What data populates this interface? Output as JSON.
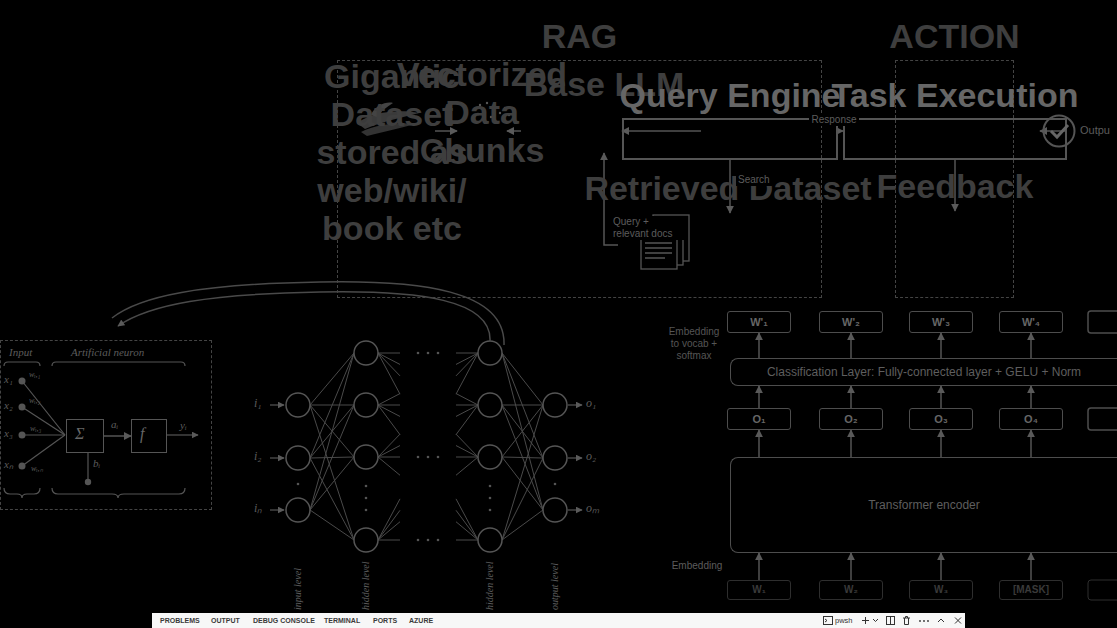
{
  "diagram": {
    "nodes": [
      {
        "text": [
          "RAG"
        ]
      },
      {
        "text": [
          "Gigantic Dataset stored as web/wiki/ book etc"
        ],
        "in": 0
      },
      {
        "text": [
          "Vectorized Data Chunks"
        ],
        "in": 0
      },
      {
        "text": [
          "Base LLM"
        ],
        "in": 0
      },
      {
        "text": [
          "Query Engine"
        ],
        "in": 0
      },
      {
        "text": [
          "Retrieved Dataset"
        ],
        "in": 0
      },
      {
        "text": [
          "ACTION"
        ]
      },
      {
        "text": [
          "Task Execution"
        ],
        "in": 6
      },
      {
        "text": [
          "Feedback"
        ],
        "in": 6
      },
      {
        "text": [
          "Outpu"
        ]
      },
      {
        "text": [
          "Input",
          "Artificial neuron"
        ]
      },
      {
        "text": [
          "Σ"
        ],
        "in": 10
      },
      {
        "text": [
          "f"
        ],
        "in": 10
      },
      {
        "text": [
          "W'₁"
        ]
      },
      {
        "text": [
          "W'₂"
        ]
      },
      {
        "text": [
          "W'₃"
        ]
      },
      {
        "text": [
          "W'₄"
        ]
      },
      {
        "text": [
          "Classification Layer: Fully-connected layer + GELU + Norm"
        ]
      },
      {
        "text": [
          "O₁"
        ]
      },
      {
        "text": [
          "O₂"
        ]
      },
      {
        "text": [
          "O₃"
        ]
      },
      {
        "text": [
          "O₄"
        ]
      },
      {
        "text": [
          "Transformer encoder"
        ]
      },
      {
        "text": [
          "W₁"
        ]
      },
      {
        "text": [
          "W₂"
        ]
      },
      {
        "text": [
          "W₃"
        ]
      },
      {
        "text": [
          "[MASK]"
        ]
      }
    ],
    "edges": [
      {
        "from": 1,
        "to": 2,
        "arrow": "to"
      },
      {
        "from": 2,
        "to": 3,
        "arrow": "to"
      },
      {
        "from": 3,
        "to": 4,
        "arrow": "to"
      },
      {
        "from": 4,
        "to": 5,
        "label": "Search",
        "arrow": "to"
      },
      {
        "from": 5,
        "to": 3,
        "label": "Query + relevant docs",
        "arrow": "to"
      },
      {
        "from": 4,
        "to": 7,
        "label": "Response",
        "arrow": "to"
      },
      {
        "from": 7,
        "to": 9,
        "arrow": "to"
      },
      {
        "from": 7,
        "to": 8,
        "arrow": "to"
      },
      {
        "from": 11,
        "to": 12,
        "arrow": "to"
      },
      {
        "from": 17,
        "to": 13,
        "arrow": "to"
      },
      {
        "from": 17,
        "to": 14,
        "arrow": "to"
      },
      {
        "from": 17,
        "to": 15,
        "arrow": "to"
      },
      {
        "from": 17,
        "to": 16,
        "arrow": "to"
      },
      {
        "from": 18,
        "to": 17,
        "arrow": "to"
      },
      {
        "from": 19,
        "to": 17,
        "arrow": "to"
      },
      {
        "from": 20,
        "to": 17,
        "arrow": "to"
      },
      {
        "from": 21,
        "to": 17,
        "arrow": "to"
      },
      {
        "from": 22,
        "to": 18,
        "arrow": "to"
      },
      {
        "from": 22,
        "to": 19,
        "arrow": "to"
      },
      {
        "from": 22,
        "to": 20,
        "arrow": "to"
      },
      {
        "from": 22,
        "to": 21,
        "arrow": "to"
      },
      {
        "from": 23,
        "to": 22,
        "arrow": "to"
      },
      {
        "from": 24,
        "to": 22,
        "arrow": "to"
      },
      {
        "from": 25,
        "to": 22,
        "arrow": "to"
      },
      {
        "from": 26,
        "to": 22,
        "arrow": "to"
      }
    ],
    "labels": [
      "x₁",
      "x₂",
      "x₃",
      "xₙ",
      "wᵢ,₁",
      "wᵢ,₂",
      "wᵢ,₃",
      "wᵢ,ₙ",
      "aᵢ",
      "yᵢ",
      "bᵢ",
      "i₁",
      "i₂",
      "iₙ",
      "o₁",
      "o₂",
      "oₘ",
      "input level",
      "hidden level",
      "hidden level",
      "output level",
      "Embedding to vocab + softmax",
      "Embedding",
      "PROBLEMS",
      "OUTPUT",
      "DEBUG CONSOLE",
      "TERMINAL",
      "PORTS",
      "AZURE",
      "pwsh"
    ]
  }
}
